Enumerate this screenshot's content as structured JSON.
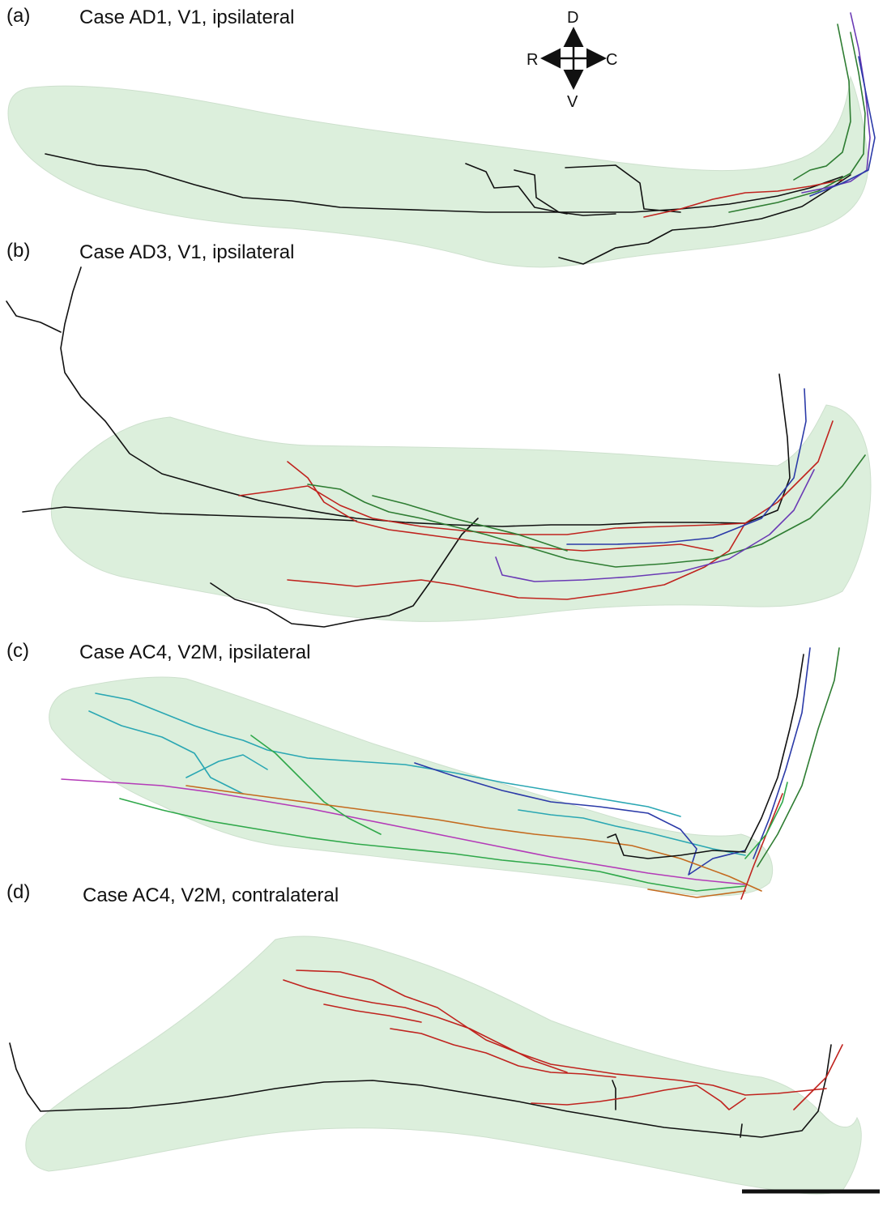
{
  "panels": [
    {
      "letter": "(a)",
      "title": "Case AD1, V1, ipsilateral"
    },
    {
      "letter": "(b)",
      "title": "Case AD3, V1, ipsilateral"
    },
    {
      "letter": "(c)",
      "title": "Case AC4, V2M, ipsilateral"
    },
    {
      "letter": "(d)",
      "title": "Case AC4, V2M, contralateral"
    }
  ],
  "orientation": {
    "dorsal": "D",
    "ventral": "V",
    "rostral": "R",
    "caudal": "C"
  },
  "colors": {
    "volume_fill": "#d6ecd6",
    "black": "#111111",
    "red": "#c0231e",
    "green": "#2e7d32",
    "blue": "#2b3aa8",
    "purple": "#6a3ab5",
    "cyan": "#2aa7b3",
    "magenta": "#b43bb8",
    "brightgreen": "#2fa84a",
    "orange": "#c46a1e"
  }
}
